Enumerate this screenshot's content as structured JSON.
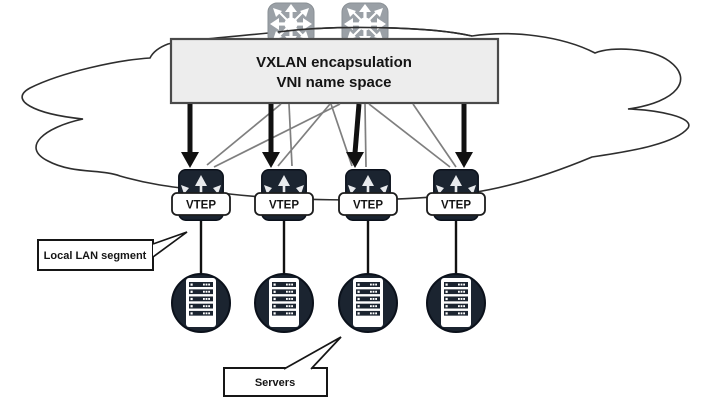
{
  "box": {
    "line1": "VXLAN encapsulation",
    "line2": "VNI name space"
  },
  "vtep_labels": [
    "VTEP",
    "VTEP",
    "VTEP",
    "VTEP"
  ],
  "callouts": {
    "local_lan_segment": "Local LAN segment",
    "servers": "Servers"
  },
  "icons": {
    "cloud": "network-cloud-shape",
    "router": "router-icon",
    "vtep_switch": "vtep-switch-icon",
    "server": "server-icon"
  },
  "colors": {
    "icon_dark": "#1B2430",
    "router_gray": "#9AA0A6",
    "box_fill": "#EDEDED",
    "box_border": "#4A4A4A",
    "mesh_gray": "#7F7F7F",
    "line_black": "#111111",
    "background": "#FFFFFF"
  }
}
